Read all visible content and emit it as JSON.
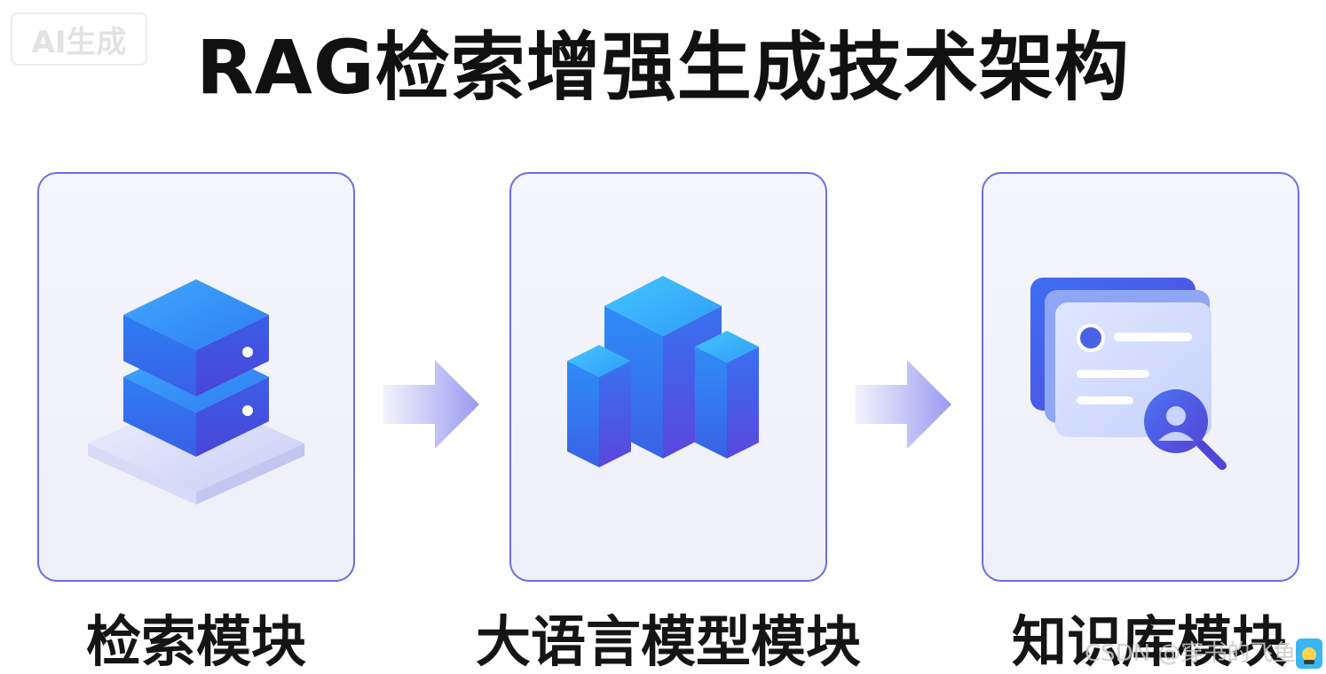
{
  "badge": {
    "text": "AI生成"
  },
  "title": "RAG检索增强生成技术架构",
  "modules": [
    {
      "label": "检索模块",
      "icon": "database-server-icon"
    },
    {
      "label": "大语言模型模块",
      "icon": "model-blocks-icon"
    },
    {
      "label": "知识库模块",
      "icon": "knowledge-search-icon"
    }
  ],
  "watermark": "CSDN @穿书的飞鱼",
  "colors": {
    "card_border": "#6a6fe0",
    "card_fill": "#f2f2fb",
    "accent_blue": "#2f7cf0",
    "accent_purple": "#5a4fdc"
  }
}
